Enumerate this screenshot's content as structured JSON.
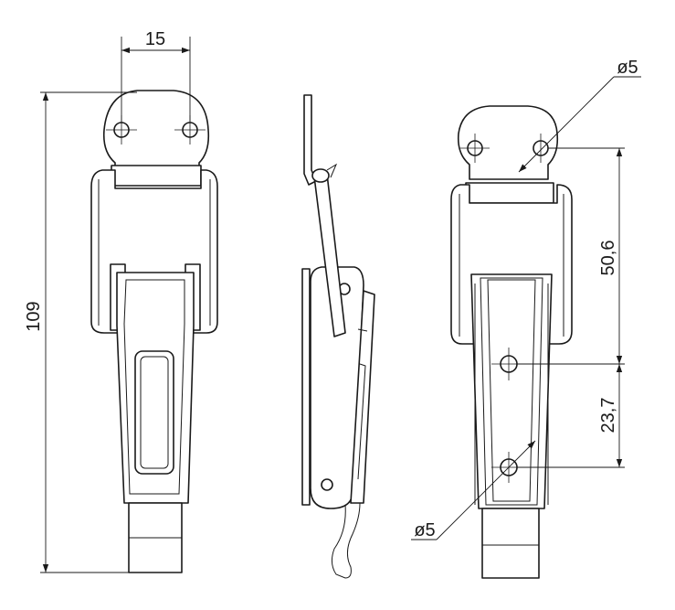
{
  "dimensions": {
    "hole_spacing": "15",
    "overall_length": "109",
    "upper_hole_diameter": "ø5",
    "upper_spacing": "50,6",
    "lower_spacing": "23,7",
    "lower_hole_diameter": "ø5"
  },
  "colors": {
    "line": "#1a1a1a",
    "background": "#ffffff"
  }
}
